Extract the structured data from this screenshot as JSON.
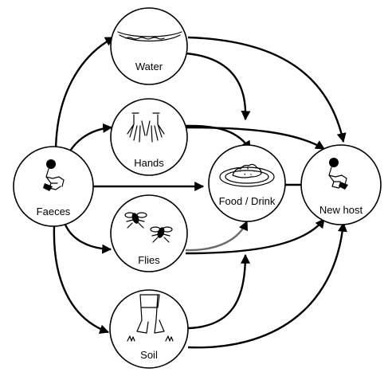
{
  "nodes": {
    "faeces": {
      "label": "Faeces",
      "icon": "squatting-person-icon"
    },
    "water": {
      "label": "Water",
      "icon": "water-icon"
    },
    "hands": {
      "label": "Hands",
      "icon": "hands-icon"
    },
    "flies": {
      "label": "Flies",
      "icon": "flies-icon"
    },
    "soil": {
      "label": "Soil",
      "icon": "feet-on-soil-icon"
    },
    "food": {
      "label": "Food / Drink",
      "icon": "food-plate-icon"
    },
    "new_host": {
      "label": "New host",
      "icon": "squatting-person-icon"
    }
  },
  "edges": [
    {
      "from": "Faeces",
      "to": "Water"
    },
    {
      "from": "Faeces",
      "to": "Hands"
    },
    {
      "from": "Faeces",
      "to": "Food / Drink"
    },
    {
      "from": "Faeces",
      "to": "Flies"
    },
    {
      "from": "Faeces",
      "to": "Soil"
    },
    {
      "from": "Water",
      "to": "Food / Drink"
    },
    {
      "from": "Water",
      "to": "New host"
    },
    {
      "from": "Hands",
      "to": "Food / Drink"
    },
    {
      "from": "Hands",
      "to": "New host"
    },
    {
      "from": "Flies",
      "to": "Food / Drink"
    },
    {
      "from": "Flies",
      "to": "New host"
    },
    {
      "from": "Soil",
      "to": "Food / Drink"
    },
    {
      "from": "Soil",
      "to": "New host"
    },
    {
      "from": "Food / Drink",
      "to": "New host"
    }
  ],
  "colors": {
    "stroke": "#000000",
    "flies_to_food_edge": "#6a6a6a",
    "background": "#ffffff"
  }
}
